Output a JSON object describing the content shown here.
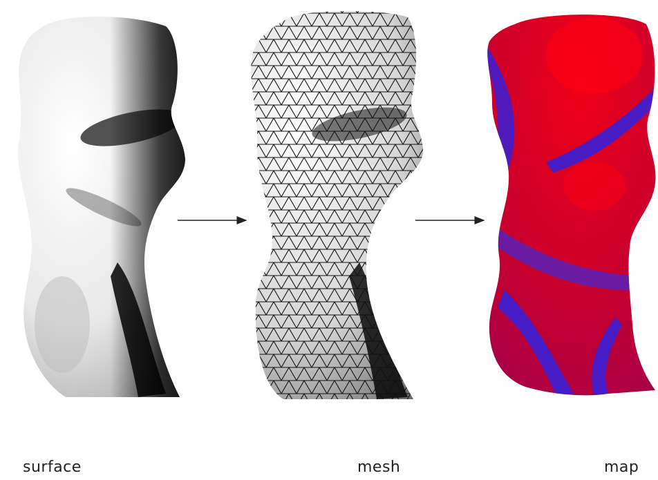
{
  "labels": {
    "surface": "surface",
    "mesh": "mesh",
    "map": "map"
  },
  "colors": {
    "map_red": "#e8001e",
    "map_blue": "#3a1fd6",
    "arrow": "#222222"
  }
}
